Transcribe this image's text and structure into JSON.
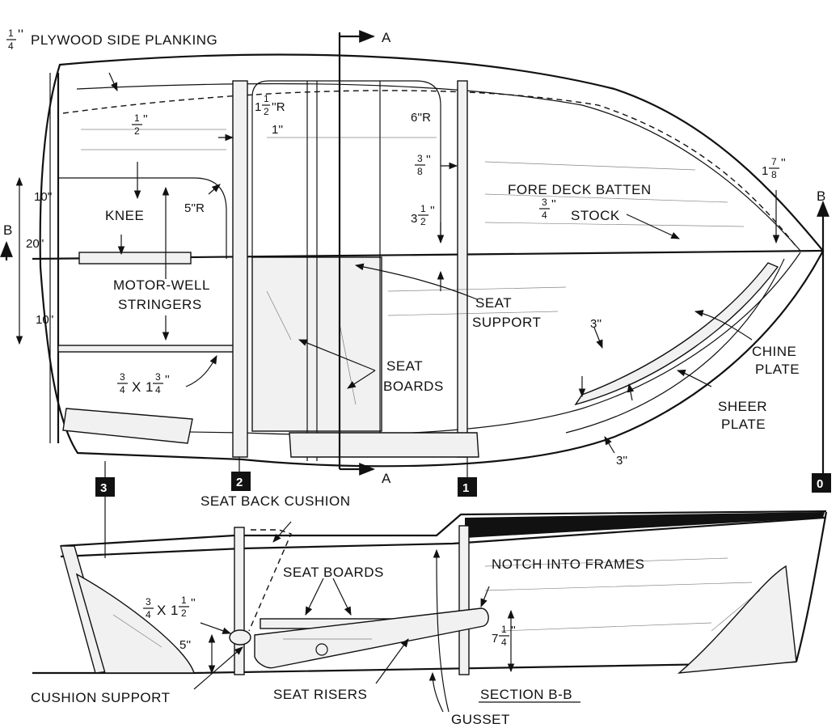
{
  "labels": {
    "plywood": "PLYWOOD SIDE PLANKING",
    "plywood_frac_num": "1",
    "plywood_frac_den": "4",
    "plywood_frac_mark": "''",
    "section_a_top": "A",
    "section_a_bottom": "A",
    "section_b_left": "B",
    "section_b_right": "B",
    "dim_half_num": "1",
    "dim_half_den": "2",
    "dim_half_mark": "''",
    "dim_1_5r_whole": "1",
    "dim_1_5r_num": "1",
    "dim_1_5r_den": "2",
    "dim_1_5r_tail": "''R",
    "dim_1in": "1''",
    "dim_6r": "6''R",
    "dim_3_8_num": "3",
    "dim_3_8_den": "8",
    "dim_3_8_mark": "''",
    "dim_1_7_8_whole": "1",
    "dim_1_7_8_num": "7",
    "dim_1_7_8_den": "8",
    "dim_1_7_8_mark": "''",
    "dim_10_top": "10''",
    "dim_20": "20''",
    "dim_10_bottom": "10''",
    "dim_5r": "5''R",
    "knee": "KNEE",
    "fore_deck_batten": "FORE DECK BATTEN",
    "batten_frac_num": "3",
    "batten_frac_den": "4",
    "batten_frac_mark": "''",
    "stock": "STOCK",
    "dim_3_5_whole": "3",
    "dim_3_5_num": "1",
    "dim_3_5_den": "2",
    "dim_3_5_mark": "''",
    "motor_well_1": "MOTOR-WELL",
    "motor_well_2": "STRINGERS",
    "seat_support_1": "SEAT",
    "seat_support_2": "SUPPORT",
    "dim_3in_a": "3''",
    "chine_1": "CHINE",
    "chine_2": "PLATE",
    "seat_boards_1": "SEAT",
    "seat_boards_2": "BOARDS",
    "stringer_frac_num": "3",
    "stringer_frac_den": "4",
    "stringer_x": "X 1",
    "stringer_frac2_num": "3",
    "stringer_frac2_den": "4",
    "stringer_mark": "''",
    "sheer_1": "SHEER",
    "sheer_2": "PLATE",
    "dim_3in_b": "3''",
    "seat_back_cushion": "SEAT BACK CUSHION",
    "notch_into_frames": "NOTCH INTO FRAMES",
    "seat_boards_side": "SEAT BOARDS",
    "cushion_frac_num": "3",
    "cushion_frac_den": "4",
    "cushion_x": "X 1",
    "cushion_frac2_num": "1",
    "cushion_frac2_den": "2",
    "cushion_mark": "''",
    "dim_5in": "5''",
    "dim_7_25_whole": "7",
    "dim_7_25_num": "1",
    "dim_7_25_den": "4",
    "dim_7_25_mark": "''",
    "cushion_support": "CUSHION SUPPORT",
    "seat_risers": "SEAT RISERS",
    "section_bb": "SECTION B-B",
    "gusset": "GUSSET"
  },
  "frame_tags": [
    "3",
    "2",
    "1",
    "0"
  ],
  "colors": {
    "ink": "#111111",
    "paper": "#ffffff",
    "wood": "#f1f1f1"
  }
}
